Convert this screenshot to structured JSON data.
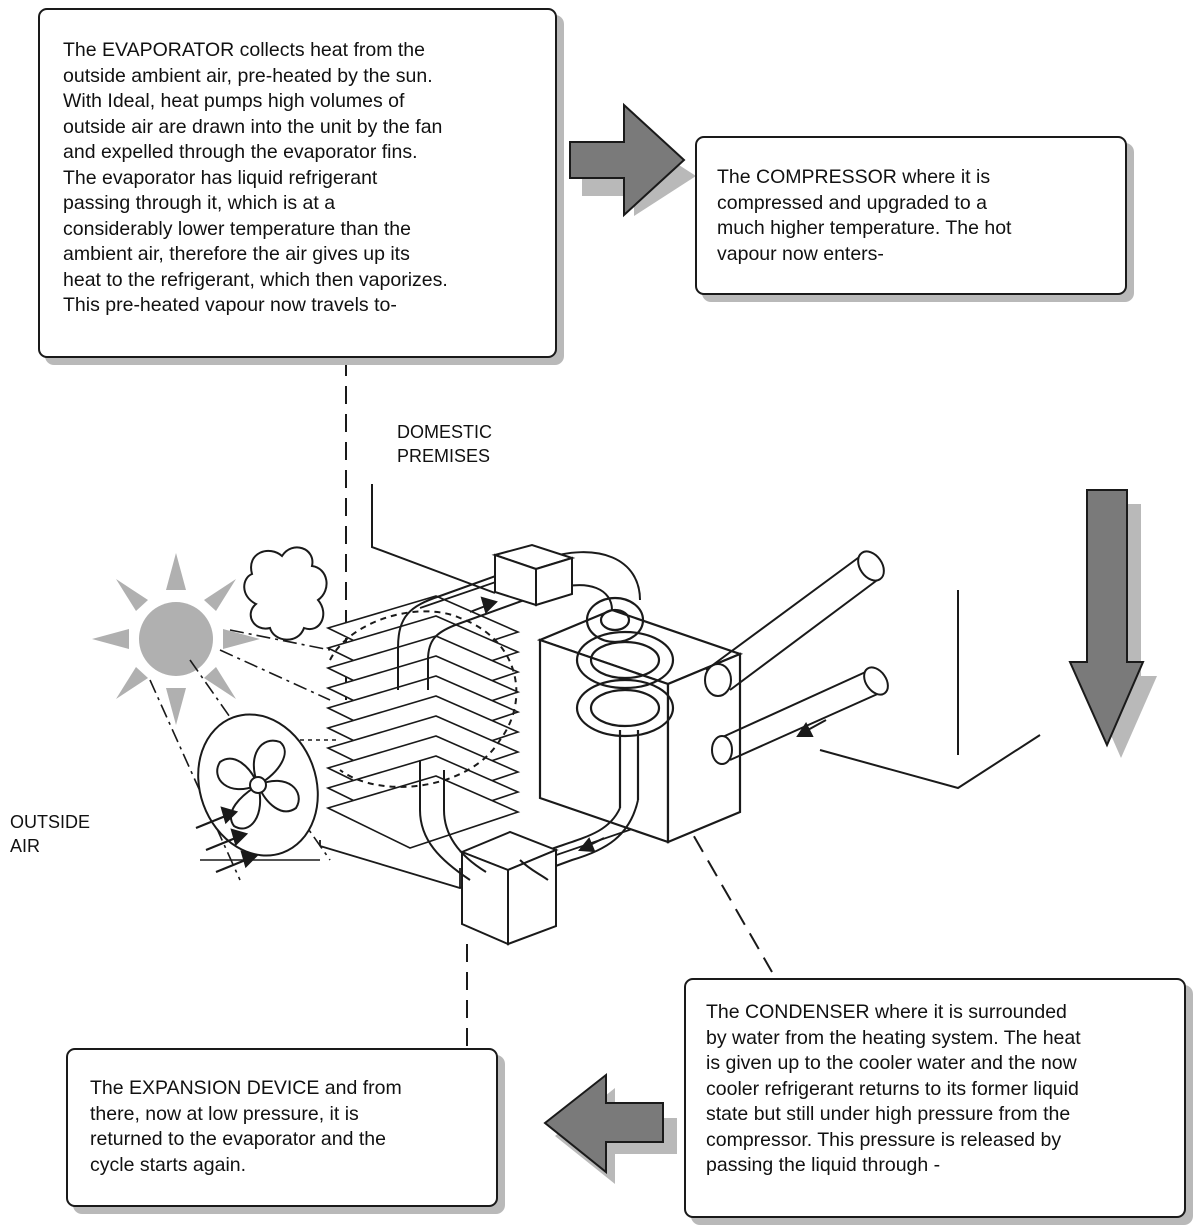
{
  "boxes": {
    "evaporator": {
      "lines": [
        "The EVAPORATOR collects heat from the",
        "outside ambient air, pre-heated by the sun.",
        "With Ideal, heat pumps high volumes of",
        "outside air are drawn into the unit by the fan",
        "and expelled through the evaporator fins.",
        "The evaporator has liquid refrigerant",
        "passing through it, which is at a",
        "considerably lower temperature than the",
        "ambient air, therefore the air gives up its",
        "heat to the refrigerant, which then vaporizes.",
        "This pre-heated vapour now travels to-"
      ]
    },
    "compressor": {
      "lines": [
        "The COMPRESSOR where it is",
        "compressed and upgraded to a",
        "much higher temperature. The hot",
        "vapour now enters-"
      ]
    },
    "condenser": {
      "lines": [
        "The CONDENSER where it is surrounded",
        "by water from the heating system. The heat",
        "is given up to the cooler water and the now",
        "cooler refrigerant returns to its former liquid",
        "state but still under high pressure from the",
        "compressor. This pressure is released by",
        "passing the liquid through -"
      ]
    },
    "expansion": {
      "lines": [
        "The EXPANSION DEVICE and from",
        "there, now at low pressure, it is",
        "returned to the evaporator and the",
        "cycle starts again."
      ]
    }
  },
  "labels": {
    "domestic": [
      "DOMESTIC",
      "PREMISES"
    ],
    "outside": [
      "OUTSIDE",
      "AIR"
    ]
  },
  "colors": {
    "arrow_fill": "#7a7a7a",
    "shadow": "#b9b9b9",
    "line": "#1a1a1a"
  }
}
